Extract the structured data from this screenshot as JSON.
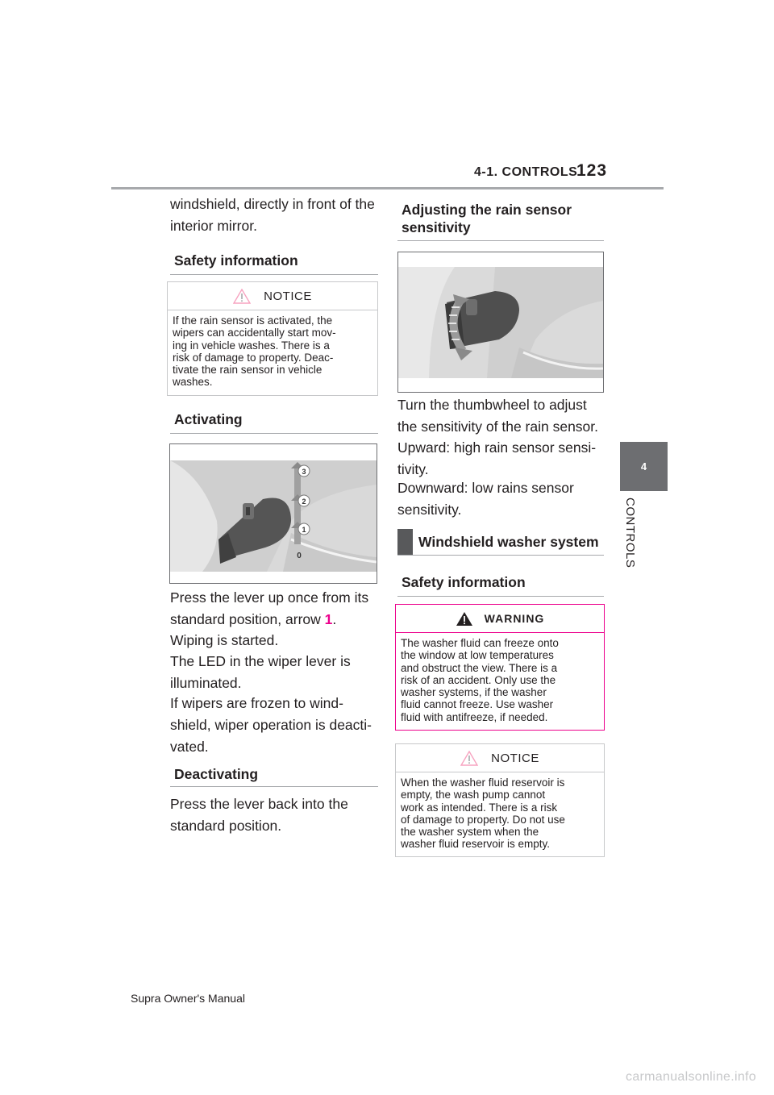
{
  "header": {
    "section": "4-1. CONTROLS",
    "page_number": "123"
  },
  "side_tab": {
    "number": "4",
    "label": "CONTROLS"
  },
  "left": {
    "intro": "windshield, directly in front of the interior mirror.",
    "safety_title": "Safety information",
    "notice1": {
      "label": "NOTICE",
      "lines": [
        "If the rain sensor is activated, the",
        "wipers can accidentally start mov-",
        "ing in vehicle washes. There is a",
        "risk of damage to property. Deac-",
        "tivate the rain sensor in vehicle",
        "washes."
      ]
    },
    "activating_title": "Activating",
    "figure_labels": [
      "3",
      "2",
      "1",
      "0"
    ],
    "press_lines": [
      "Press the lever up once from its",
      "standard position, arrow"
    ],
    "arrow_ref": "1",
    "wiping": "Wiping is started.",
    "led_lines": [
      "The LED in the wiper lever is",
      "illuminated."
    ],
    "frozen_lines": [
      "If wipers are frozen to wind-",
      "shield, wiper operation is deacti-",
      "vated."
    ],
    "deactivating_title": "Deactivating",
    "press_back_lines": [
      "Press the lever back into the",
      "standard position."
    ]
  },
  "right": {
    "adjust_title_lines": [
      "Adjusting the rain sensor",
      "sensitivity"
    ],
    "turn_lines": [
      "Turn the thumbwheel to adjust",
      "the sensitivity of the rain sensor."
    ],
    "upward_lines": [
      "Upward: high rain sensor sensi-",
      "tivity."
    ],
    "downward_lines": [
      "Downward: low rains sensor",
      "sensitivity."
    ],
    "washer_title": "Windshield washer system",
    "safety_title": "Safety information",
    "warning": {
      "label": "WARNING",
      "lines": [
        "The washer fluid can freeze onto",
        "the window at low temperatures",
        "and obstruct the view. There is a",
        "risk of an accident. Only use the",
        "washer systems, if the washer",
        "fluid cannot freeze. Use washer",
        "fluid with antifreeze, if needed."
      ]
    },
    "notice2": {
      "label": "NOTICE",
      "lines": [
        "When the washer fluid reservoir is",
        "empty, the wash pump cannot",
        "work as intended. There is a risk",
        "of damage to property. Do not use",
        "the washer system when the",
        "washer fluid reservoir is empty."
      ]
    }
  },
  "footer": "Supra Owner's Manual",
  "watermark": "carmanualsonline.info",
  "colors": {
    "accent": "#ec008c",
    "rule_gray": "#a7a9ac",
    "tab_gray": "#6d6e71",
    "text": "#231f20"
  }
}
